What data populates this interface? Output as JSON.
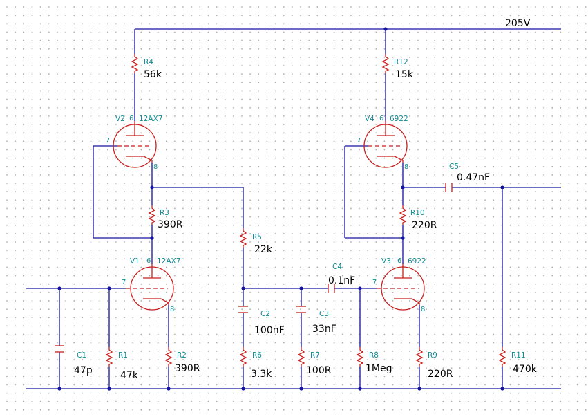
{
  "net_label": "205V",
  "tubes": [
    {
      "ref": "V1",
      "type": "12AX7",
      "pin_plate": "6",
      "pin_grid": "7",
      "pin_cathode": "8"
    },
    {
      "ref": "V2",
      "type": "12AX7",
      "pin_plate": "6",
      "pin_grid": "7",
      "pin_cathode": "8"
    },
    {
      "ref": "V3",
      "type": "6922",
      "pin_plate": "6",
      "pin_grid": "7",
      "pin_cathode": "8"
    },
    {
      "ref": "V4",
      "type": "6922",
      "pin_plate": "6",
      "pin_grid": "7",
      "pin_cathode": "8"
    }
  ],
  "resistors": [
    {
      "ref": "R1",
      "value": "47k"
    },
    {
      "ref": "R2",
      "value": "390R"
    },
    {
      "ref": "R3",
      "value": "390R"
    },
    {
      "ref": "R4",
      "value": "56k"
    },
    {
      "ref": "R5",
      "value": "22k"
    },
    {
      "ref": "R6",
      "value": "3.3k"
    },
    {
      "ref": "R7",
      "value": "100R"
    },
    {
      "ref": "R8",
      "value": "1Meg"
    },
    {
      "ref": "R9",
      "value": "220R"
    },
    {
      "ref": "R10",
      "value": "220R"
    },
    {
      "ref": "R11",
      "value": "470k"
    },
    {
      "ref": "R12",
      "value": "15k"
    }
  ],
  "capacitors": [
    {
      "ref": "C1",
      "value": "47p"
    },
    {
      "ref": "C2",
      "value": "100nF"
    },
    {
      "ref": "C3",
      "value": "33nF"
    },
    {
      "ref": "C4",
      "value": "0.1nF"
    },
    {
      "ref": "C5",
      "value": "0.47nF"
    }
  ]
}
